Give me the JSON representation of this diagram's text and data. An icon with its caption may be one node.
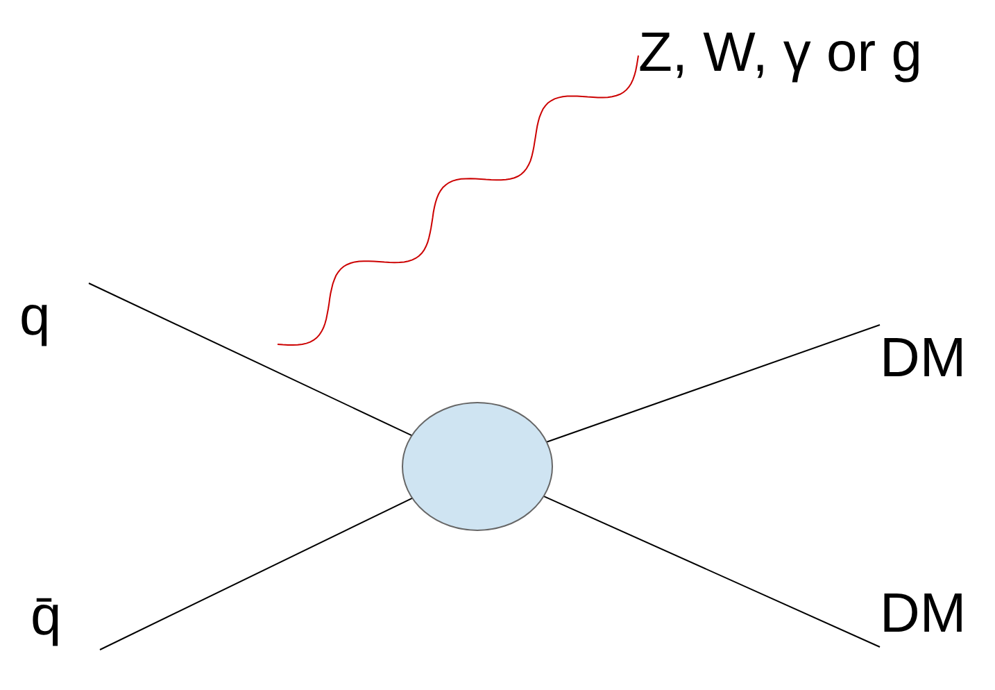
{
  "diagram": {
    "nodes": [
      {
        "text": [
          "q"
        ]
      },
      {
        "text": [
          "q̄"
        ]
      },
      {
        "text": [],
        "shape": "circle"
      },
      {
        "text": [
          "DM"
        ]
      },
      {
        "text": [
          "DM"
        ]
      },
      {
        "text": [
          "Z, W, γ or g"
        ]
      }
    ],
    "edges": [
      {
        "from": 0,
        "to": 2,
        "arrow": "none"
      },
      {
        "from": 1,
        "to": 2,
        "arrow": "none"
      },
      {
        "from": 2,
        "to": 3,
        "arrow": "none"
      },
      {
        "from": 2,
        "to": 4,
        "arrow": "none"
      },
      {
        "from": null,
        "to": 5,
        "arrow": "none",
        "color": "#cc0000"
      }
    ]
  }
}
